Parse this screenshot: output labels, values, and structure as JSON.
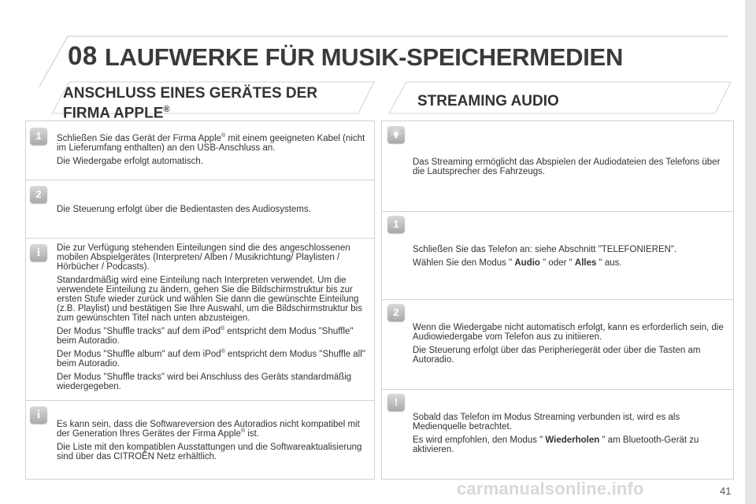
{
  "header": {
    "chapter_number": "08",
    "chapter_title": "LAUFWERKE FÜR MUSIK-SPEICHERMEDIEN"
  },
  "left": {
    "title_line1": "ANSCHLUSS EINES GERÄTES DER",
    "title_line2": "FIRMA APPLE",
    "title_reg": "®",
    "blocks": [
      {
        "badge": "1",
        "p1_a": "Schließen Sie das Gerät der Firma Apple",
        "p1_reg": "®",
        "p1_b": " mit einem geeigneten Kabel (nicht im Lieferumfang enthalten) an den USB-Anschluss an.",
        "p2": "Die Wiedergabe erfolgt automatisch."
      },
      {
        "badge": "2",
        "p1": "Die Steuerung erfolgt über die Bedientasten des Audiosystems."
      },
      {
        "badge": "i",
        "p1": "Die zur Verfügung stehenden Einteilungen sind die des angeschlossenen mobilen Abspielgerätes (Interpreten/ Alben / Musikrichtung/ Playlisten / Hörbücher / Podcasts).",
        "p2": "Standardmäßig wird eine Einteilung nach Interpreten verwendet. Um die verwendete Einteilung zu ändern, gehen Sie die Bildschirmstruktur bis zur ersten Stufe wieder zurück und wählen Sie dann die gewünschte Einteilung (z.B. Playlist) und bestätigen Sie Ihre Auswahl, um die Bildschirmstruktur bis zum gewünschten Titel nach unten abzusteigen.",
        "p3_a": "Der Modus \"Shuffle tracks\" auf dem iPod",
        "p3_reg": "®",
        "p3_b": " entspricht dem Modus \"Shuffle\" beim Autoradio.",
        "p4_a": "Der Modus \"Shuffle album\" auf dem iPod",
        "p4_reg": "®",
        "p4_b": " entspricht dem Modus \"Shuffle all\" beim Autoradio.",
        "p5": "Der Modus \"Shuffle tracks\" wird bei Anschluss des Geräts standardmäßig wiedergegeben."
      },
      {
        "badge": "i",
        "p1_a": "Es kann sein, dass die Softwareversion des Autoradios nicht kompatibel mit der Generation Ihres Gerätes der Firma Apple",
        "p1_reg": "®",
        "p1_b": " ist.",
        "p2": "Die Liste mit den kompatiblen Ausstattungen und die Softwareaktualisierung sind über das CITROËN Netz erhältlich."
      }
    ]
  },
  "right": {
    "title": "STREAMING AUDIO",
    "blocks": [
      {
        "icon": "lightbulb-icon",
        "p1": "Das Streaming ermöglicht das Abspielen der Audiodateien des Telefons über die Lautsprecher des Fahrzeugs."
      },
      {
        "badge": "1",
        "p1": "Schließen Sie das Telefon an: siehe Abschnitt \"TELEFONIEREN\".",
        "p2_a": "Wählen Sie den Modus \" ",
        "p2_b1": "Audio",
        "p2_c": " \" oder \" ",
        "p2_b2": "Alles",
        "p2_d": " \" aus."
      },
      {
        "badge": "2",
        "p1": "Wenn die Wiedergabe nicht automatisch erfolgt, kann es erforderlich sein, die Audiowiedergabe vom Telefon aus zu initiieren.",
        "p2": "Die Steuerung erfolgt über das Peripheriegerät oder über die Tasten am Autoradio."
      },
      {
        "badge": "!",
        "p1": "Sobald das Telefon im Modus Streaming verbunden ist, wird es als Medienquelle betrachtet.",
        "p2_a": "Es wird empfohlen, den Modus \" ",
        "p2_b": "Wiederholen",
        "p2_c": " \" am Bluetooth-Gerät zu aktivieren."
      }
    ]
  },
  "footer": {
    "page_number": "41",
    "watermark": "carmanualsonline.info"
  },
  "colors": {
    "text": "#333333",
    "badge_gray": "#b5b5b5",
    "panel_border": "#d2d2d2"
  }
}
